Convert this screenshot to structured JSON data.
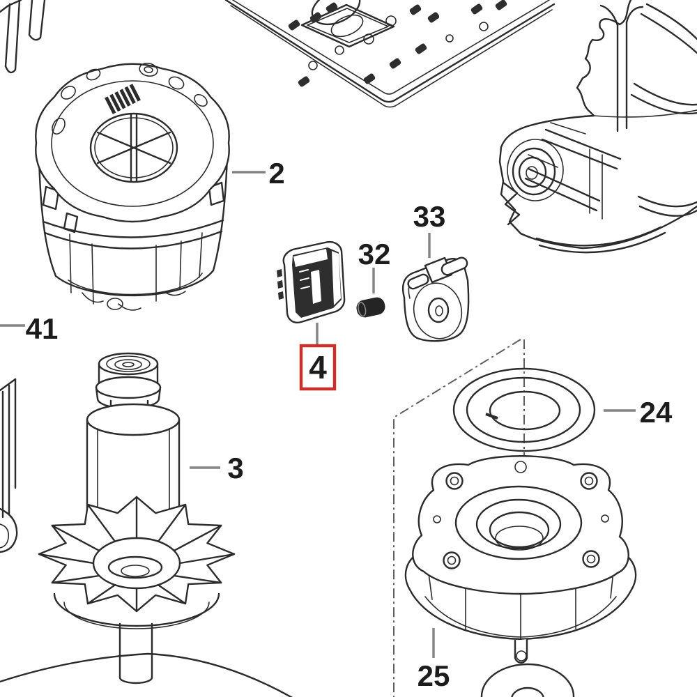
{
  "diagram": {
    "type": "exploded-parts-diagram",
    "background_color": "#ffffff",
    "line_color": "#2b2b2b",
    "leader_color": "#848484",
    "label_color": "#1c1c1c",
    "highlight_box_color": "#c5312b",
    "highlighted_part_number": "4",
    "part_labels": {
      "stator": "2",
      "armature_fan": "3",
      "electronic_module": "4",
      "seal_ring": "24",
      "bearing_flange": "25",
      "pin": "32",
      "bearing_bracket": "33",
      "left_edge_part": "41"
    }
  }
}
